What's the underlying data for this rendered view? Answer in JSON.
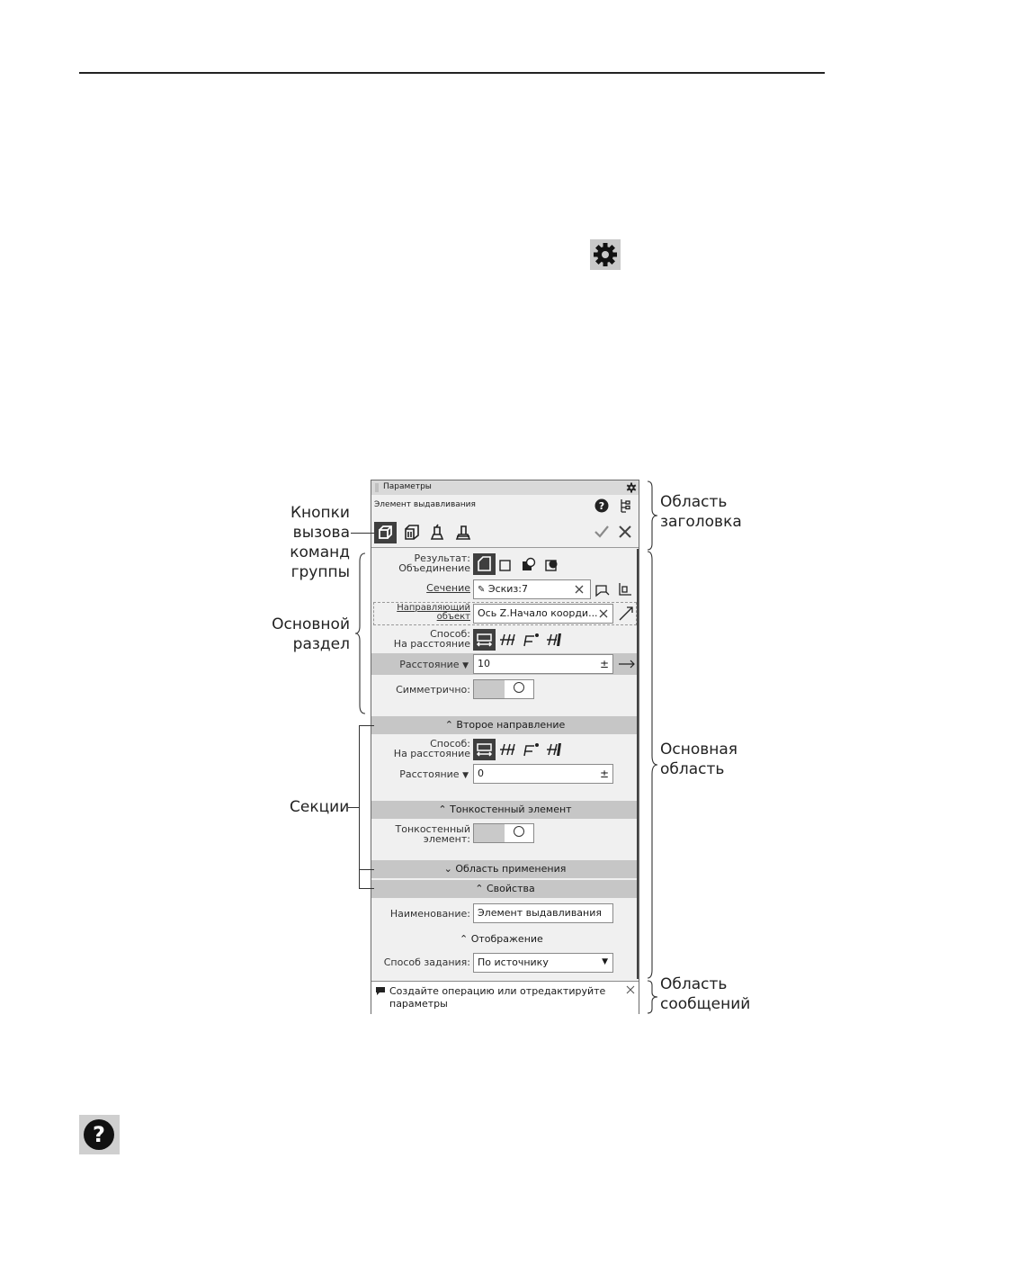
{
  "panel": {
    "title": "Параметры",
    "subtitle": "Элемент выдавливания",
    "main": {
      "result_label": "Результат:",
      "result_value": "Объединение",
      "section_label": "Сечение",
      "section_value": "Эскиз:7",
      "guide_label_1": "Направляющий",
      "guide_label_2": "объект",
      "guide_value": "Ось Z.Начало коорди...",
      "method_label": "Способ:",
      "method_value": "На расстояние",
      "distance_label": "Расстояние",
      "distance_value": "10",
      "plusminus": "±",
      "symmetric_label": "Симметрично:"
    },
    "sections": {
      "second_direction": "Второе направление",
      "second_method_label": "Способ:",
      "second_method_value": "На расстояние",
      "second_distance_label": "Расстояние",
      "second_distance_value": "0",
      "thin_wall": "Тонкостенный элемент",
      "thin_wall_label_1": "Тонкостенный",
      "thin_wall_label_2": "элемент:",
      "scope": "Область применения",
      "properties": "Свойства",
      "name_label": "Наименование:",
      "name_value": "Элемент выдавливания",
      "display": "Отображение",
      "spec_label": "Способ задания:",
      "spec_value": "По источнику"
    },
    "message_line1": "Создайте операцию или отредактируйте",
    "message_line2": "параметры"
  },
  "callouts": {
    "group_buttons_1": "Кнопки вызова",
    "group_buttons_2": "команд группы",
    "main_section_1": "Основной",
    "main_section_2": "раздел",
    "sections": "Секции",
    "header_area_1": "Область",
    "header_area_2": "заголовка",
    "main_area_1": "Основная",
    "main_area_2": "область",
    "message_area_1": "Область",
    "message_area_2": "сообщений"
  }
}
